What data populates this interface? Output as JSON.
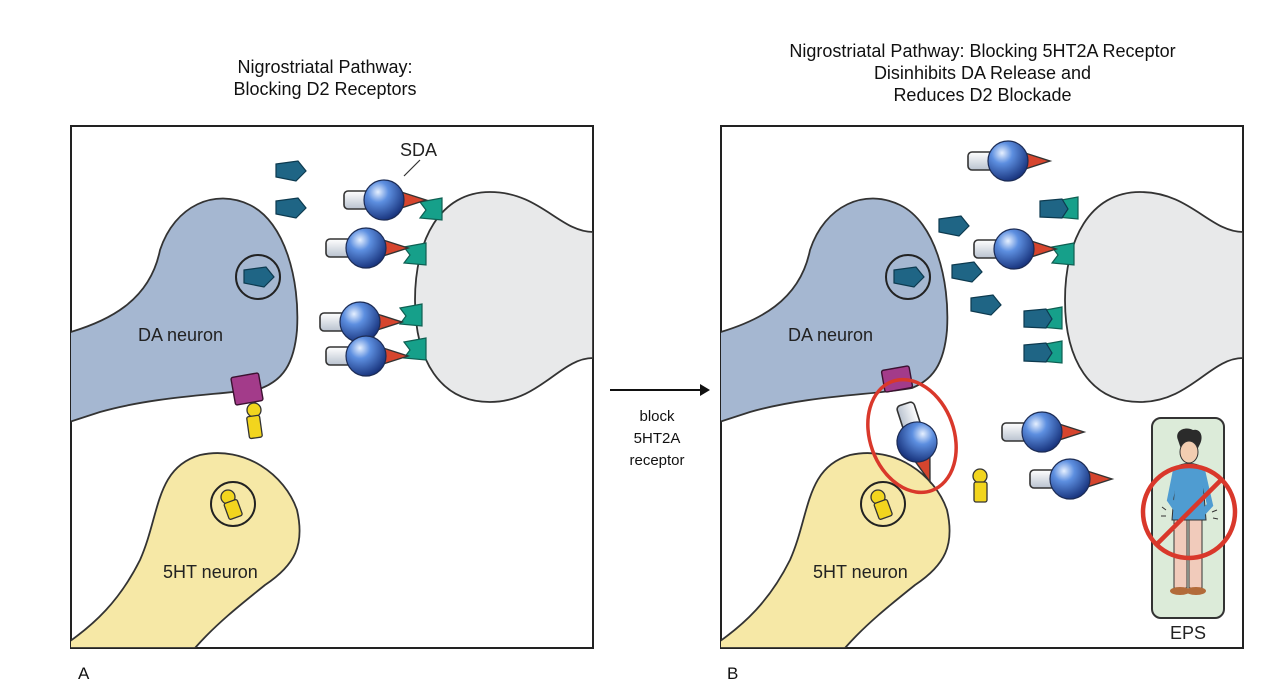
{
  "panel_a": {
    "title_line1": "Nigrostriatal Pathway:",
    "title_line2": "Blocking D2 Receptors",
    "letter": "A",
    "da_neuron_label": "DA neuron",
    "ht_neuron_label": "5HT neuron",
    "sda_label": "SDA"
  },
  "panel_b": {
    "title_line1": "Nigrostriatal Pathway: Blocking 5HT2A Receptor",
    "title_line2": "Disinhibits DA Release and",
    "title_line3": "Reduces D2 Blockade",
    "letter": "B",
    "da_neuron_label": "DA neuron",
    "ht_neuron_label": "5HT neuron",
    "eps_label": "EPS"
  },
  "arrow": {
    "line1": "block",
    "line2": "5HT2A",
    "line3": "receptor"
  },
  "colors": {
    "da_neuron": "#a5b7d1",
    "ht_neuron": "#f6e8a6",
    "postsynaptic": "#e8e9ea",
    "dopamine": "#1f6585",
    "d2_receptor": "#16a08a",
    "ht2a_receptor": "#a33b8a",
    "serotonin": "#f2d51e",
    "drug_sphere": "#3f73c8",
    "drug_tip": "#d6452e",
    "highlight_ring": "#d9382b",
    "eps_box": "#dcebd9"
  }
}
